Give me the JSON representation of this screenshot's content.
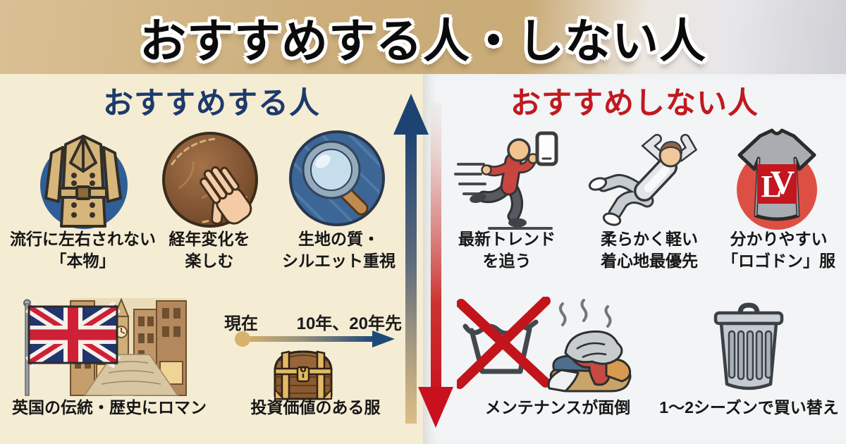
{
  "banner": {
    "title": "おすすめする人・しない人"
  },
  "colors": {
    "left_bg": "#f5ecd4",
    "right_bg": "#f2f4f6",
    "navy_header": "#1c3a6b",
    "red_header": "#c0191f",
    "arrow_navy": "#1d4373",
    "arrow_red": "#c8101e",
    "caption_text": "#161616"
  },
  "left_panel": {
    "header": "おすすめする人",
    "items": [
      {
        "icon": "trench-coat-icon",
        "line1": "流行に左右されない",
        "line2": "「本物」"
      },
      {
        "icon": "leather-patina-icon",
        "line1": "経年変化を",
        "line2": "楽しむ"
      },
      {
        "icon": "fabric-magnifier-icon",
        "line1": "生地の質・",
        "line2": "シルエット重視"
      }
    ],
    "uk_item": {
      "icon": "uk-flag-street-icon",
      "caption": "英国の伝統・歴史にロマン"
    },
    "investment_item": {
      "icon": "treasure-chest-icon",
      "timeline_start": "現在",
      "timeline_end": "10年、20年先",
      "caption": "投資価値のある服"
    }
  },
  "right_panel": {
    "header": "おすすめしない人",
    "items": [
      {
        "icon": "running-person-icon",
        "line1": "最新トレンド",
        "line2": "を追う"
      },
      {
        "icon": "relaxing-person-icon",
        "line1": "柔らかく軽い",
        "line2": "着心地最優先"
      },
      {
        "icon": "logo-tshirt-icon",
        "line1": "分かりやすい",
        "line2": "「ロゴドン」服",
        "logo_l": "L",
        "logo_v": "V"
      }
    ],
    "maintenance_item": {
      "icon": "no-wash-clothes-pile-icon",
      "caption": "メンテナンスが面倒"
    },
    "replace_item": {
      "icon": "trash-can-icon",
      "caption": "1〜2シーズンで買い替え"
    }
  }
}
